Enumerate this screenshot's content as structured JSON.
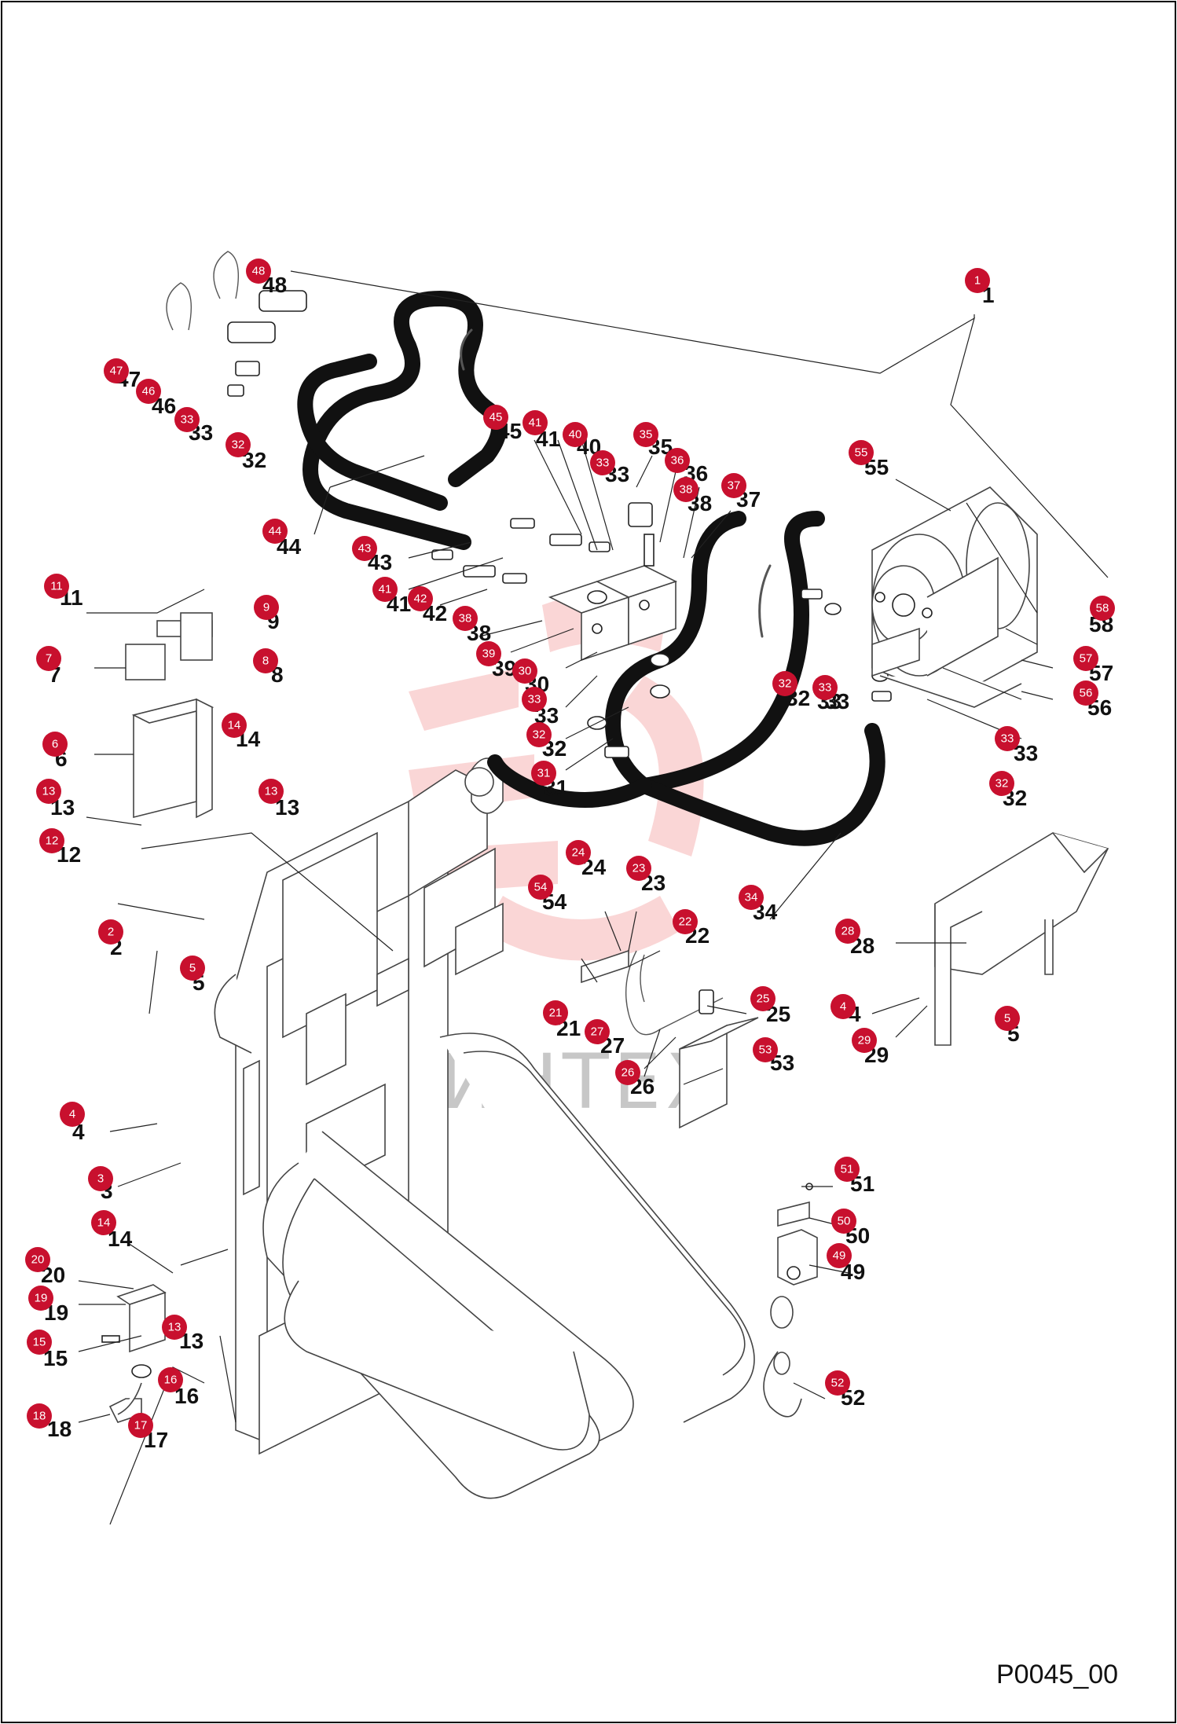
{
  "drawing": {
    "code": "P0045_00",
    "watermark_text": "ИНТЕХ",
    "accent_color": "#c8102e",
    "watermark_color": "#f6b5b5"
  },
  "callouts": [
    "1",
    "2",
    "3",
    "4",
    "4",
    "5",
    "5",
    "6",
    "7",
    "8",
    "9",
    "11",
    "12",
    "13",
    "13",
    "13",
    "14",
    "14",
    "15",
    "16",
    "17",
    "18",
    "19",
    "20",
    "21",
    "22",
    "23",
    "24",
    "25",
    "26",
    "27",
    "28",
    "29",
    "30",
    "31",
    "32",
    "32",
    "32",
    "32",
    "32",
    "33",
    "33",
    "33",
    "33",
    "33",
    "33",
    "34",
    "35",
    "36",
    "37",
    "38",
    "38",
    "39",
    "40",
    "41",
    "41",
    "42",
    "43",
    "44",
    "45",
    "46",
    "47",
    "48",
    "49",
    "50",
    "51",
    "52",
    "53",
    "54",
    "55",
    "56",
    "57",
    "58"
  ]
}
